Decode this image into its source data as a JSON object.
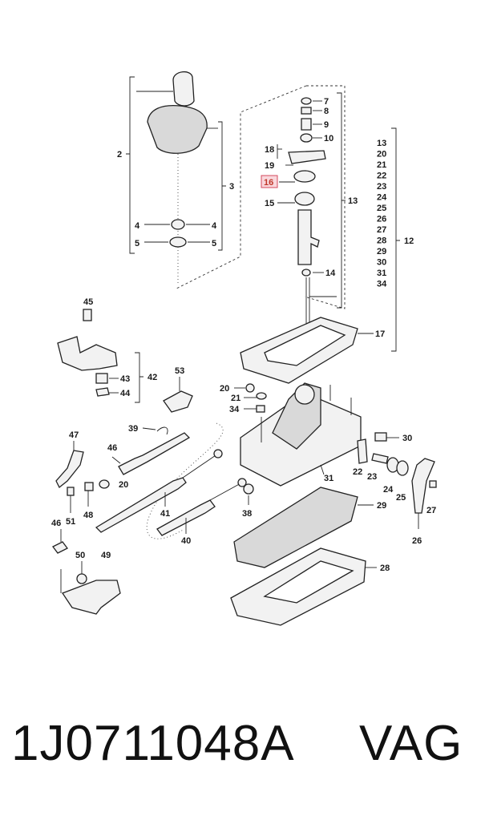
{
  "labels": {
    "l2": "2",
    "l3": "3",
    "l4a": "4",
    "l4b": "4",
    "l5a": "5",
    "l5b": "5",
    "l7": "7",
    "l8": "8",
    "l9": "9",
    "l10": "10",
    "l18": "18",
    "l19": "19",
    "l16": "16",
    "l15": "15",
    "l13": "13",
    "l14": "14",
    "l17": "17",
    "l12": "12",
    "l45": "45",
    "l42": "42",
    "l43": "43",
    "l44": "44",
    "l53": "53",
    "l20a": "20",
    "l21": "21",
    "l34": "34",
    "l39": "39",
    "l30": "30",
    "l47": "47",
    "l46a": "46",
    "l20b": "20",
    "l48": "48",
    "l51": "51",
    "l46b": "46",
    "l41": "41",
    "l38": "38",
    "l40": "40",
    "l22": "22",
    "l23": "23",
    "l24": "24",
    "l25": "25",
    "l27": "27",
    "l26": "26",
    "l31": "31",
    "l29": "29",
    "l28": "28",
    "l50": "50",
    "l49": "49"
  },
  "list12": [
    "13",
    "20",
    "21",
    "22",
    "23",
    "24",
    "25",
    "26",
    "27",
    "28",
    "29",
    "30",
    "31",
    "34"
  ],
  "highlight_color": "#f9d7dc",
  "footer": {
    "part_number": "1J0711048A",
    "brand": "VAG"
  }
}
